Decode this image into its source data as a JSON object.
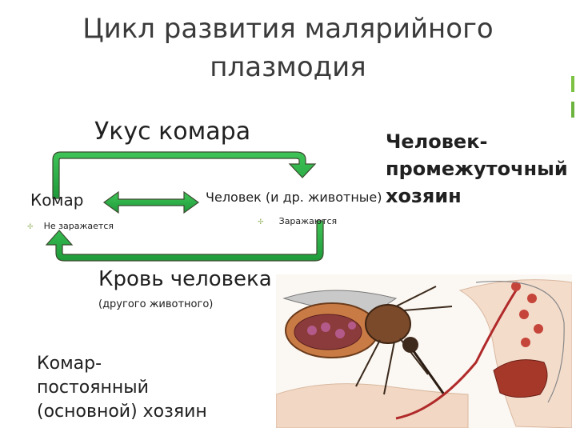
{
  "title_line1": "Цикл развития малярийного",
  "title_line2": "плазмодия",
  "bite": "Укус комара",
  "mosquito": "Комар",
  "mosquito_note": "Не заражается",
  "human": "Человек (и др. животные)",
  "human_note": "Заражаются",
  "blood": "Кровь человека",
  "blood_sub": "(другого животного)",
  "main_host_1": "Комар-",
  "main_host_2": "постоянный",
  "main_host_3": "(основной) хозяин",
  "inter_host_1": "Человек-",
  "inter_host_2": "промежуточный",
  "inter_host_3": "хозяин",
  "bullet_icon": "✢",
  "colors": {
    "accent_green": "#2fb349",
    "arrow_outline": "#3c4a30",
    "bar_green": "#5bb84a"
  }
}
